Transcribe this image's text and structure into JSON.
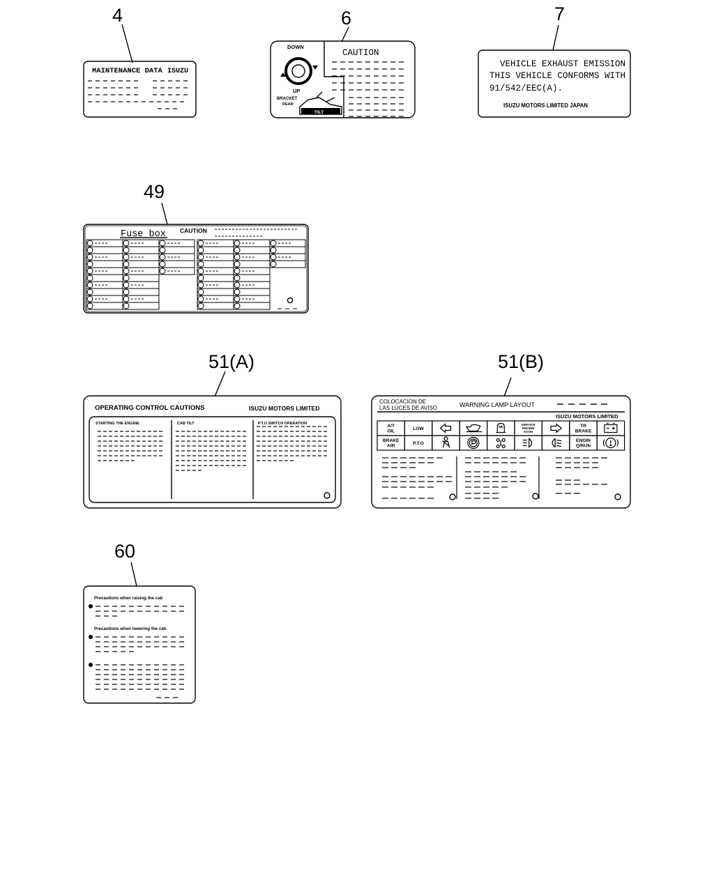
{
  "callouts": {
    "c4": "4",
    "c6": "6",
    "c7": "7",
    "c49": "49",
    "c51a": "51(A)",
    "c51b": "51(B)",
    "c60": "60"
  },
  "label4": {
    "title": "MAINTENANCE DATA",
    "brand": "ISUZU"
  },
  "label6": {
    "down": "DOWN",
    "up": "UP",
    "bracket": "BRACKET",
    "bracket_sub": "REAR",
    "tilt": "TILT",
    "caution": "CAUTION"
  },
  "label7": {
    "line1": "VEHICLE EXHAUST EMISSION",
    "line2": "THIS VEHICLE CONFORMS WITH",
    "line3": "91/542/EEC(A).",
    "maker": "ISUZU MOTORS LIMITED JAPAN"
  },
  "label49": {
    "title": "Fuse box",
    "caution": "CAUTION"
  },
  "label51a": {
    "title": "OPERATING CONTROL CAUTIONS",
    "maker": "ISUZU MOTORS LIMITED",
    "col1": "STARTING THE ENGINE",
    "col2": "CAB TILT",
    "col3": "P.T.O SWITCH OPERATION"
  },
  "label51b": {
    "spanish1": "COLOCACION DE",
    "spanish2": "LAS LUCES DE AVISO",
    "title": "WARNING LAMP LAYOUT",
    "maker": "ISUZU MOTORS LIMITED",
    "cells_row1": [
      {
        "l1": "A/T",
        "l2": "OIL"
      },
      {
        "l1": "LOW",
        "l2": ""
      },
      {
        "icon": "arrow-left"
      },
      {
        "icon": "oil-can"
      },
      {
        "icon": "glow-coil"
      },
      {
        "l1": "SERVICE",
        "l2": "ENGINE",
        "l3": "SOON"
      },
      {
        "icon": "arrow-right"
      },
      {
        "l1": "TR",
        "l2": "BRAKE"
      },
      {
        "icon": "battery"
      }
    ],
    "cells_row2": [
      {
        "l1": "BRAKE",
        "l2": "AIR"
      },
      {
        "l1": "P.T.O",
        "l2": ""
      },
      {
        "icon": "seatbelt"
      },
      {
        "icon": "parking-brake"
      },
      {
        "icon": "4wd"
      },
      {
        "icon": "high-beam"
      },
      {
        "icon": "fog-lamp"
      },
      {
        "l1": "ENGIN",
        "l2": "Q/RUN"
      },
      {
        "icon": "brake-warning"
      }
    ]
  },
  "label60": {
    "line1": "Precautions when raising the cab",
    "line2": "Precautions when lowering the cab"
  }
}
